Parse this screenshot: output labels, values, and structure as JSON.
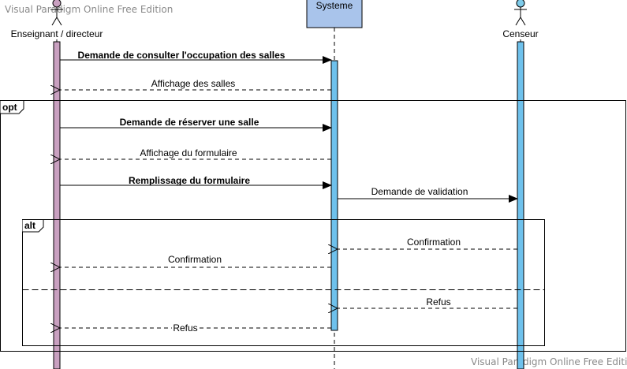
{
  "watermark": {
    "top": "Visual Paradigm Online Free Edition",
    "bottom": "Visual Paradigm Online Free Edition"
  },
  "lifelines": {
    "actor1": {
      "label": "Enseignant / directeur",
      "head_color": "#c9a0c0"
    },
    "system": {
      "label": "Systeme",
      "box_color": "#a9c4eb"
    },
    "actor2": {
      "label": "Censeur",
      "head_color": "#7ecbea"
    }
  },
  "fragments": {
    "opt": {
      "label": "opt"
    },
    "alt": {
      "label": "alt"
    }
  },
  "messages": {
    "m1": {
      "label": "Demande de consulter l'occupation des salles"
    },
    "m2": {
      "label": "Affichage des salles"
    },
    "m3": {
      "label": "Demande de réserver une salle"
    },
    "m4": {
      "label": "Affichage du formulaire"
    },
    "m5": {
      "label": "Remplissage du formulaire"
    },
    "m6": {
      "label": "Demande de validation"
    },
    "m7": {
      "label": "Confirmation"
    },
    "m8": {
      "label": "Confirmation"
    },
    "m9": {
      "label": "Refus"
    },
    "m10": {
      "label": "Refus"
    }
  },
  "colors": {
    "activation_actor1": "#c9a0c0",
    "activation_system": "#6ec1ec",
    "activation_actor2": "#6ec1ec"
  }
}
